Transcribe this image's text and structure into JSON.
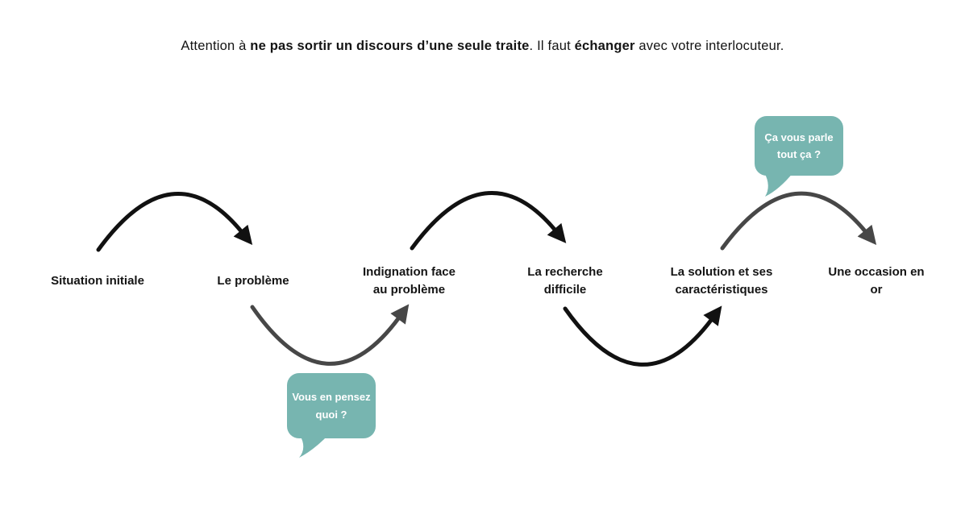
{
  "header": {
    "text_1": "Attention à ",
    "bold_1": "ne pas sortir un discours d’une seule traite",
    "text_2": ". Il faut ",
    "bold_2": "échanger",
    "text_3": " avec votre interlocuteur."
  },
  "diagram": {
    "steps": [
      {
        "label": "Situation initiale"
      },
      {
        "label": "Le problème"
      },
      {
        "label": "Indignation face au problème"
      },
      {
        "label": "La recherche difficile"
      },
      {
        "label": "La solution et ses caractéristiques"
      },
      {
        "label": "Une occasion en or"
      }
    ],
    "bubbles": [
      {
        "text": "Vous en pensez quoi ?"
      },
      {
        "text": "Ça vous parle tout ça ?"
      }
    ]
  },
  "colors": {
    "bubble_teal": "#77b5b0",
    "arrow_black": "#111111",
    "arrow_gray": "#474747",
    "text_dark": "#141414",
    "bubble_text": "#ffffff",
    "background": "#ffffff"
  }
}
